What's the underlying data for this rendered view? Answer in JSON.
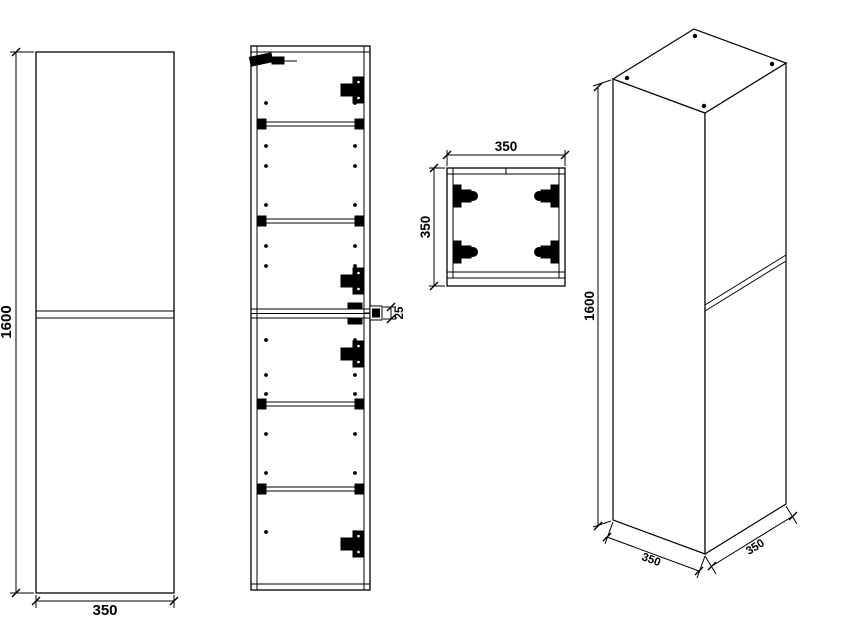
{
  "colors": {
    "line": "#000000",
    "background": "#ffffff"
  },
  "dims": {
    "front": {
      "height": "1600",
      "width": "350"
    },
    "section": {
      "gap": "25"
    },
    "top": {
      "width": "350",
      "depth": "350"
    },
    "iso": {
      "height": "1600",
      "depth": "350",
      "width": "350"
    }
  }
}
